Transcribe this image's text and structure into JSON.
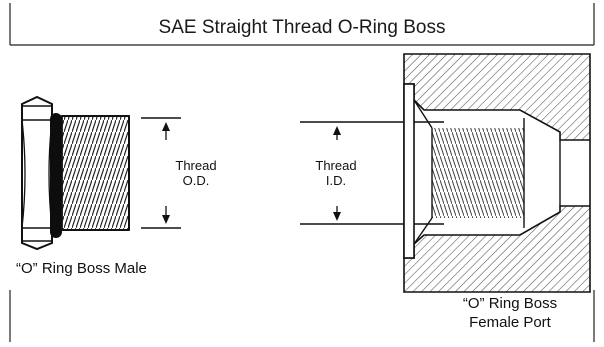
{
  "title": "SAE Straight Thread O-Ring Boss",
  "male": {
    "dimension_label_line1": "Thread",
    "dimension_label_line2": "O.D.",
    "caption": "“O” Ring Boss Male"
  },
  "female": {
    "dimension_label_line1": "Thread",
    "dimension_label_line2": "I.D.",
    "caption_line1": "“O” Ring Boss",
    "caption_line2": "Female Port"
  },
  "colors": {
    "line": "#111111",
    "hatch": "#555555",
    "frame": "#222222",
    "background": "#ffffff"
  }
}
